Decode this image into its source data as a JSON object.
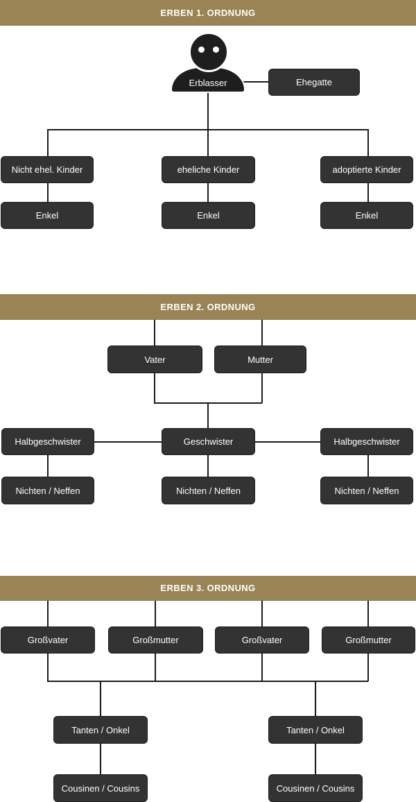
{
  "colors": {
    "banner_bg": "#9A8455",
    "banner_text": "#FFFFFF",
    "node_bg": "#333333",
    "node_text": "#FFFFFF",
    "connector_line": "#1A1A1A",
    "person_icon_fill": "#1E1E1E"
  },
  "sections": [
    {
      "title": "ERBEN 1. ORDNUNG",
      "deceased_label": "Erblasser",
      "spouse_label": "Ehegatte",
      "children": [
        "Nicht ehel. Kinder",
        "eheliche Kinder",
        "adoptierte Kinder"
      ],
      "grandchildren": [
        "Enkel",
        "Enkel",
        "Enkel"
      ]
    },
    {
      "title": "ERBEN 2. ORDNUNG",
      "parents": [
        "Vater",
        "Mutter"
      ],
      "siblings": [
        "Halbgeschwister",
        "Geschwister",
        "Halbgeschwister"
      ],
      "nieces_nephews": [
        "Nichten / Neffen",
        "Nichten / Neffen",
        "Nichten / Neffen"
      ]
    },
    {
      "title": "ERBEN 3. ORDNUNG",
      "grandparents": [
        "Großvater",
        "Großmutter",
        "Großvater",
        "Großmutter"
      ],
      "aunts_uncles": [
        "Tanten / Onkel",
        "Tanten / Onkel"
      ],
      "cousins": [
        "Cousinen / Cousins",
        "Cousinen / Cousins"
      ]
    }
  ]
}
